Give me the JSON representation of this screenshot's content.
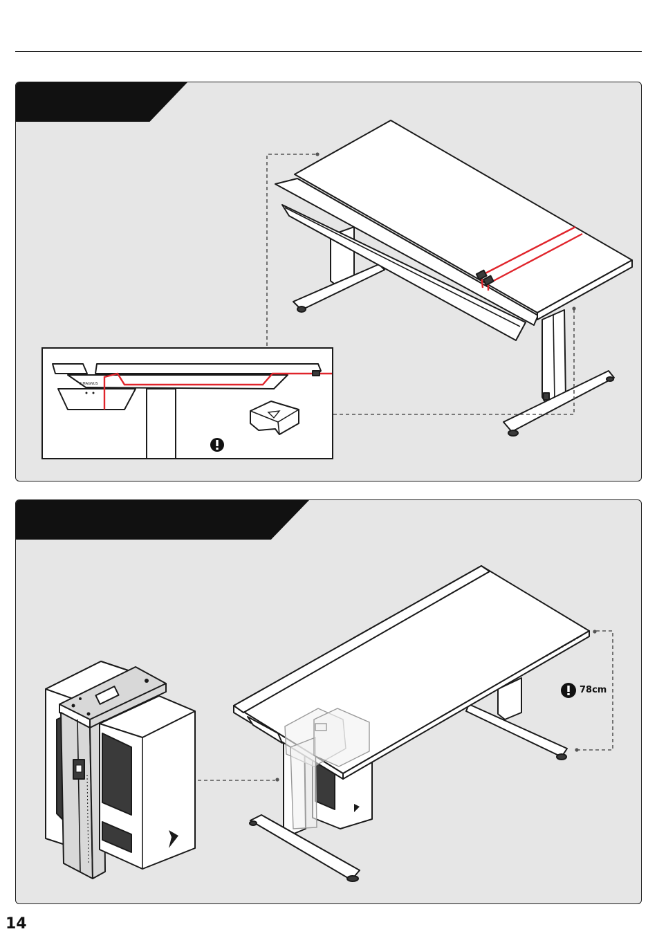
{
  "page": {
    "number": "14"
  },
  "step_1": {
    "name": "cable-management-step",
    "inset_warning_icon": "exclamation-icon",
    "cable_color": "#e0242b"
  },
  "step_2": {
    "name": "pc-holder-step",
    "warning_icon": "exclamation-icon",
    "height_label": "78cm"
  },
  "colors": {
    "panel_bg": "#e6e6e6",
    "tab_bg": "#111111",
    "line": "#1a1a1a",
    "cable_red": "#e0242b",
    "dashed_leader": "#555555"
  }
}
